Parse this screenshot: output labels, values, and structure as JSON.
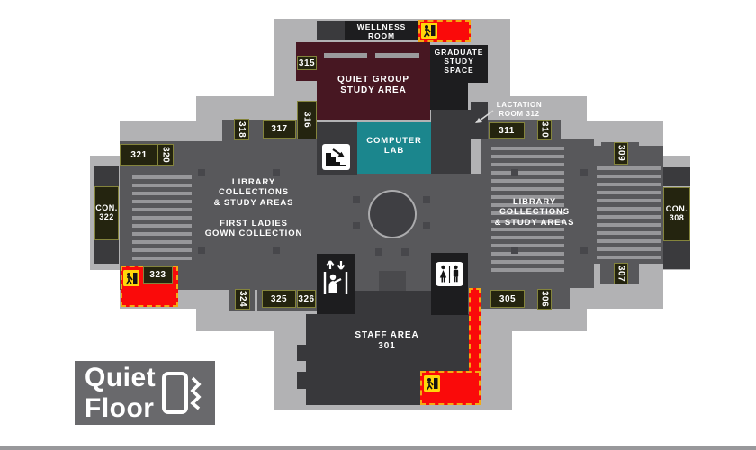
{
  "map": {
    "rooms": {
      "r305": "305",
      "r306": "306",
      "r307": "307",
      "r309": "309",
      "r310": "310",
      "r311": "311",
      "r315": "315",
      "r316": "316",
      "r317": "317",
      "r318": "318",
      "r320": "320",
      "r321": "321",
      "r323": "323",
      "r324": "324",
      "r325": "325",
      "r326": "326",
      "con322": "CON.\n322",
      "con308": "CON.\n308"
    },
    "areas": {
      "wellness": "WELLNESS\nROOM",
      "graduate": "GRADUATE\nSTUDY\nSPACE",
      "quiet_group": "QUIET GROUP\nSTUDY AREA",
      "computer_lab": "COMPUTER\nLAB",
      "lactation": "LACTATION\nROOM 312",
      "library_left": "LIBRARY\nCOLLECTIONS\n& STUDY AREAS",
      "first_ladies": "FIRST LADIES\nGOWN COLLECTION",
      "library_right": "LIBRARY\nCOLLECTIONS\n& STUDY AREAS",
      "staff": "STAFF AREA\n301"
    },
    "legend": {
      "label": "Quiet\nFloor",
      "icon": "phone-vibrate-icon"
    },
    "icons": [
      "emergency-exit-icon",
      "stairs-icon",
      "elevator-icon",
      "restroom-icon",
      "phone-vibrate-icon",
      "arrow-icon"
    ],
    "colors": {
      "building_outline": "#b2b2b4",
      "floor": "#58585b",
      "dark_room": "#1d1d1f",
      "quiet_group_area": "#471722",
      "computer_lab": "#1b868d",
      "room_label_bg": "#24240f",
      "room_label_border": "#84843c",
      "exit_red": "#fa0a0a",
      "exit_dash_gold": "#f4a912",
      "exit_icon_yellow": "#ffd60a",
      "legend_bg": "#69696c"
    }
  }
}
